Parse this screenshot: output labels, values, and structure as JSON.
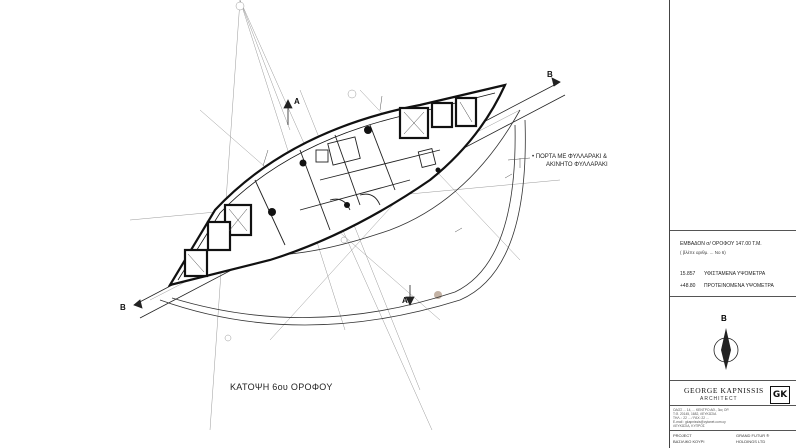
{
  "section_labels": {
    "a_top": "A",
    "a_bottom": "A",
    "b_right": "B",
    "b_left": "B"
  },
  "notes": {
    "door_line1": "• ΠΟΡΤΑ ΜΕ ΦΥΛΛΑΡΑΚΙ &",
    "door_line2": "ΑΚΙΝΗΤΟ ΦΥΛΛΑΡΑΚΙ"
  },
  "plan_title": "ΚΑΤΟΨΗ 6ου ΟΡΟΦΟΥ",
  "side_panel": {
    "area": "ΕΜΒΑΔΟΝ σ/ ΟΡΟΦΟΥ 147.00 Τ.Μ.",
    "area_note": "( βλέπε αριθμ. ... No 6)",
    "legend": [
      {
        "code": "15.857",
        "label": "ΥΦΙΣΤΑΜΕΝΑ ΥΨΟΜΕΤΡΑ"
      },
      {
        "code": "+48.80",
        "label": "ΠΡΟΤΕΙΝΟΜΕΝΑ ΥΨΟΜΕΤΡΑ"
      }
    ],
    "north_label": "B",
    "firm_name": "GEORGE KAPNISSIS",
    "firm_role": "ARCHITECT",
    "logo": "GK",
    "address_lines": [
      "ΟΔΟΣ ... 14, ... ΚΕΝΤΡΟ ΑΘ., 3ος ΟΡ.",
      "Τ.Θ. 20145, 1682, ΛΕΥΚΩΣΙΑ",
      "ΤΗΛ. : 22 ... / FAX: 22 ...",
      "E-mail : gkapnissis@cytanet.com.cy",
      "ΛΕΥΚΩΣΙΑ, ΚΥΠΡΟΣ"
    ],
    "project_key": "PROJECT",
    "project_value": "ΒΑΣΙΛΙΚΟ ΚΟΥΡΙ",
    "client_line1": "GRAND FUTUR ®",
    "client_line2": "HOLDINGS LTD"
  }
}
